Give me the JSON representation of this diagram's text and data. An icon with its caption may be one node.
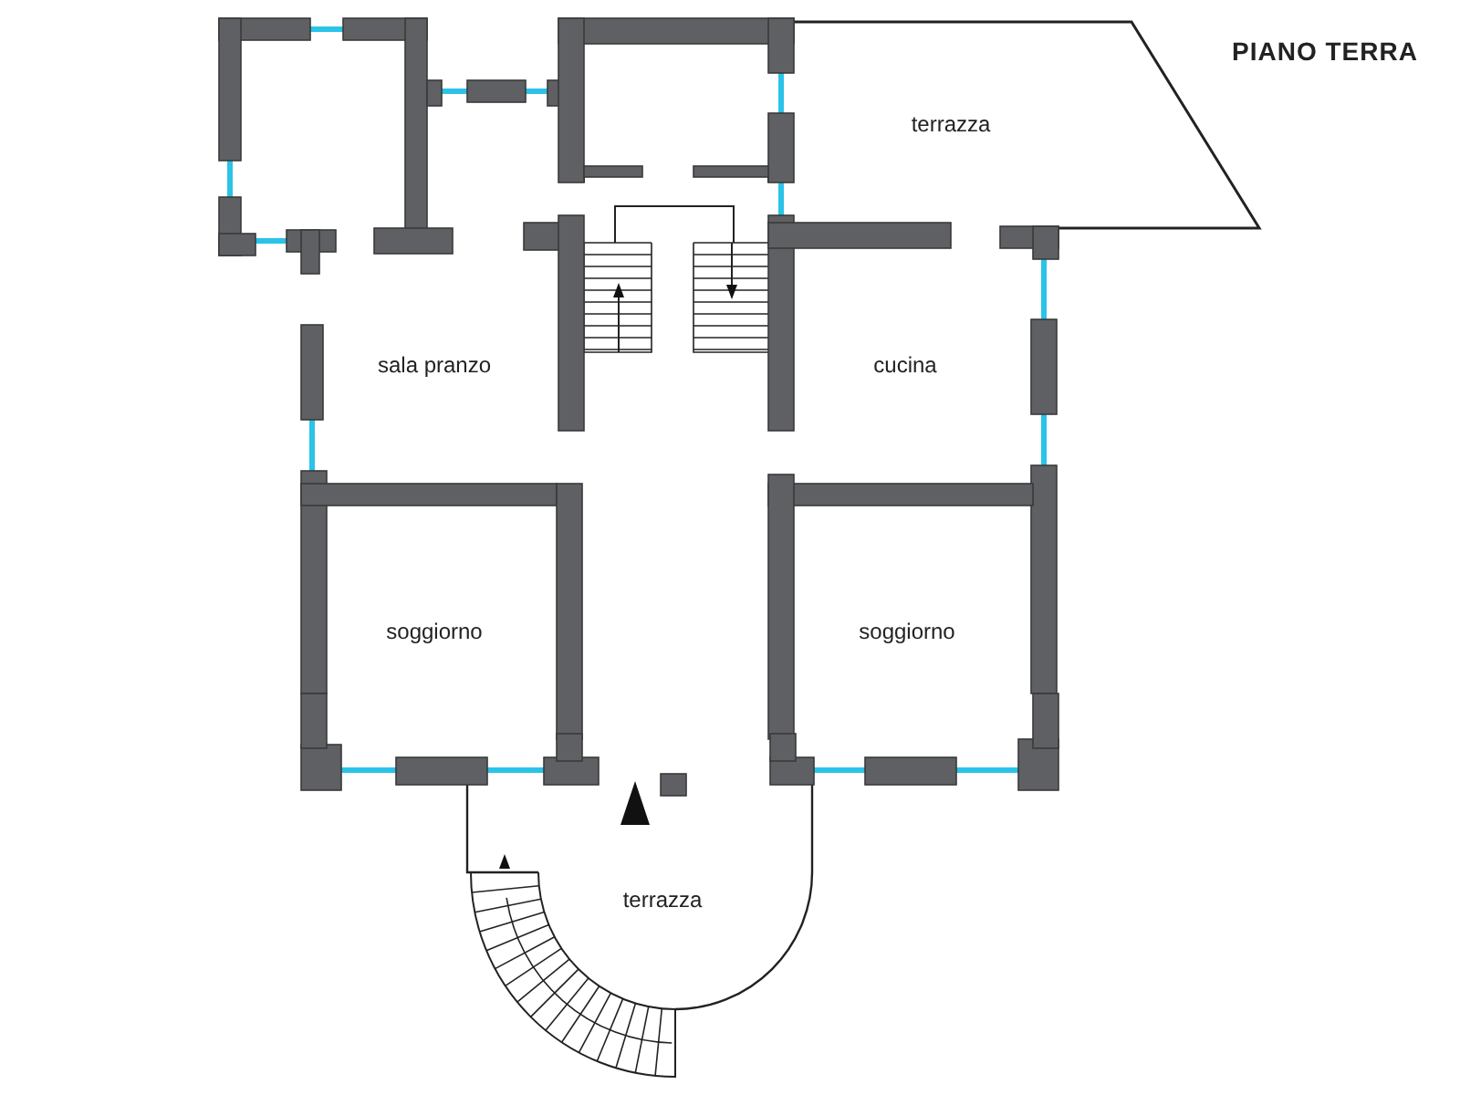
{
  "diagram": {
    "title": "PIANO TERRA",
    "labels": [
      "terrazza",
      "sala pranzo",
      "cucina",
      "soggiorno",
      "soggiorno",
      "terrazza"
    ]
  }
}
